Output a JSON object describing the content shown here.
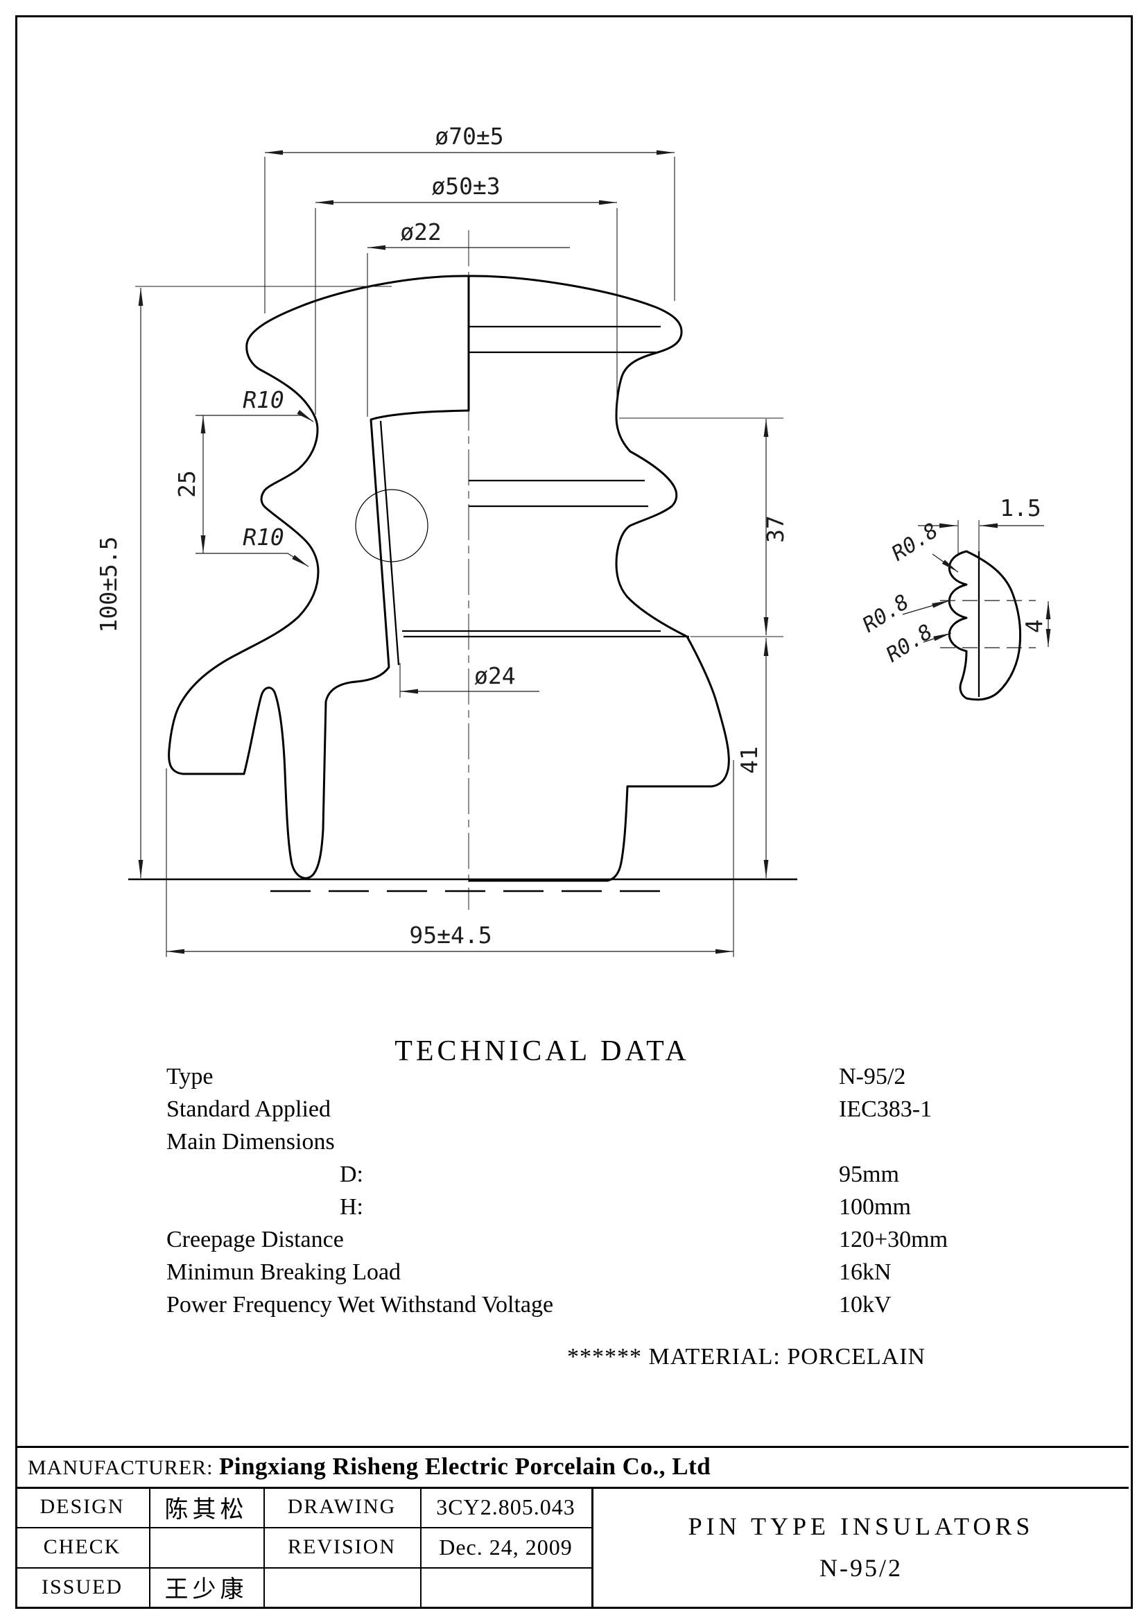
{
  "drawing": {
    "dims": {
      "top_diameter": "ø70±5",
      "shed_diameter": "ø50±3",
      "pin_hole_top_diameter": "ø22",
      "pin_hole_bottom_diameter": "ø24",
      "radius_upper": "R10",
      "radius_lower": "R10",
      "groove_spacing": "25",
      "total_height": "100±5.5",
      "shed_section_height": "37",
      "base_section_height": "41",
      "base_diameter": "95±4.5"
    },
    "detail": {
      "rib_band_width": "1.5",
      "rib_radius_1": "R0.8",
      "rib_radius_2": "R0.8",
      "rib_radius_3": "R0.8",
      "rib_pitch": "4"
    }
  },
  "technical_data": {
    "title": "TECHNICAL DATA",
    "rows": [
      {
        "label": "Type",
        "value": "N-95/2"
      },
      {
        "label": "Standard Applied",
        "value": "IEC383-1"
      },
      {
        "label": "Main Dimensions",
        "value": ""
      },
      {
        "label": "D:",
        "value": "95mm"
      },
      {
        "label": "H:",
        "value": "100mm"
      },
      {
        "label": "Creepage Distance",
        "value": "120+30mm"
      },
      {
        "label": "Minimun Breaking Load",
        "value": "16kN"
      },
      {
        "label": "Power Frequency Wet Withstand Voltage",
        "value": "10kV"
      }
    ],
    "material_note": "****** MATERIAL: PORCELAIN"
  },
  "manufacturer": {
    "label": "MANUFACTURER:",
    "name": "Pingxiang Risheng Electric Porcelain Co., Ltd"
  },
  "title_block": {
    "design_label": "DESIGN",
    "design_name": "陈其松",
    "drawing_label": "DRAWING",
    "drawing_no": "3CY2.805.043",
    "check_label": "CHECK",
    "check_name": "",
    "revision_label": "REVISION",
    "revision_date": "Dec. 24, 2009",
    "issued_label": "ISSUED",
    "issued_name": "王少康",
    "product_title": "PIN TYPE INSULATORS",
    "product_type": "N-95/2"
  }
}
